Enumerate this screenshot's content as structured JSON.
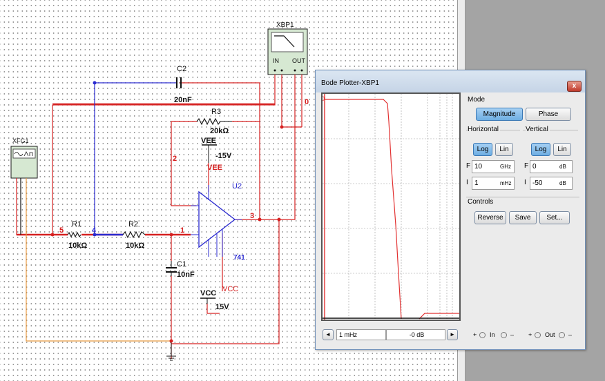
{
  "schematic": {
    "labels": {
      "xbp1": "XBP1",
      "xfg1": "XFG1",
      "bp_in": "IN",
      "bp_out": "OUT",
      "c2": "C2",
      "c2_val": "20nF",
      "r3": "R3",
      "r3_val": "20kΩ",
      "vee": "VEE",
      "vee_v": "-15V",
      "vee_red": "VEE",
      "u2": "U2",
      "opamp": "741",
      "r1": "R1",
      "r1_val": "10kΩ",
      "r2": "R2",
      "r2_val": "10kΩ",
      "c1": "C1",
      "c1_val": "10nF",
      "vcc": "VCC",
      "vcc_v": "15V",
      "vcc_red": "VCC",
      "node5": "5",
      "node4": "4",
      "node1": "1",
      "node2": "2",
      "node3": "3",
      "node0": "0"
    },
    "colors": {
      "wire_red": "#d62020",
      "wire_blue": "#2a2ad0",
      "wire_orange": "#e89a40",
      "wire_black": "#111111"
    }
  },
  "bode": {
    "title": "Bode Plotter-XBP1",
    "close": "x",
    "mode": {
      "label": "Mode",
      "magnitude": "Magnitude",
      "phase": "Phase",
      "selected": "Magnitude"
    },
    "horizontal": {
      "label": "Horizontal",
      "log": "Log",
      "lin": "Lin",
      "selected": "Log",
      "f_label": "F",
      "f_value": "10",
      "f_unit": "GHz",
      "i_label": "I",
      "i_value": "1",
      "i_unit": "mHz"
    },
    "vertical": {
      "label": "Vertical",
      "log": "Log",
      "lin": "Lin",
      "selected": "Log",
      "f_label": "F",
      "f_value": "0",
      "f_unit": "dB",
      "i_label": "I",
      "i_value": "-50",
      "i_unit": "dB"
    },
    "controls": {
      "label": "Controls",
      "reverse": "Reverse",
      "save": "Save",
      "set": "Set..."
    },
    "readout": {
      "freq": "1 mHz",
      "gain": "-0 dB",
      "left_arrow": "◄",
      "right_arrow": "►"
    },
    "terminals": {
      "in": "In",
      "out": "Out",
      "plus": "+",
      "minus": "–"
    },
    "cursor_label": "0"
  }
}
